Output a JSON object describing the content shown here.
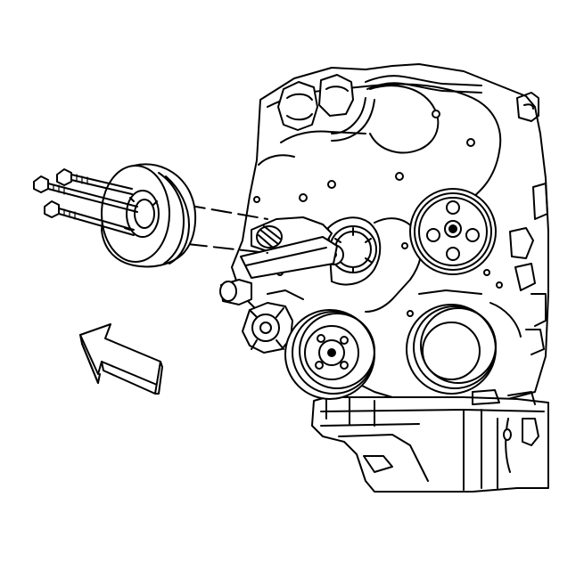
{
  "diagram": {
    "colors": {
      "line": "#000000",
      "background": "#ffffff"
    },
    "components": [
      "engine-block",
      "crankshaft-balancer",
      "balancer-bolt",
      "water-pump-pulley",
      "power-steering-pulley",
      "idler-pulley",
      "tensioner",
      "oil-filter",
      "oil-pan",
      "direction-arrow"
    ],
    "balancer_bolt_count": 3
  }
}
